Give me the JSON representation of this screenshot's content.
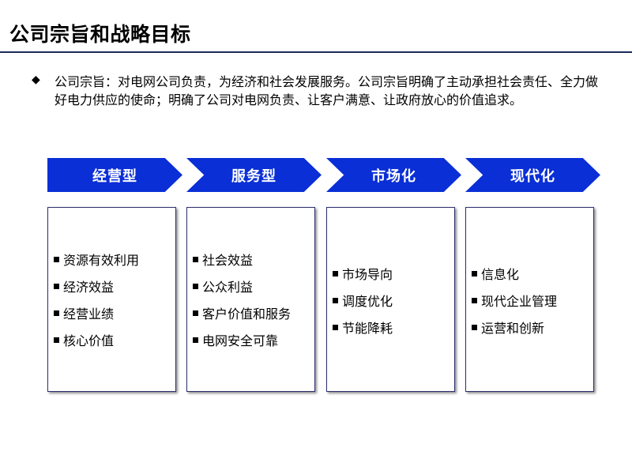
{
  "title": "公司宗旨和战略目标",
  "intro": {
    "bullet": "◆",
    "text": "公司宗旨：对电网公司负责，为经济和社会发展服务。公司宗旨明确了主动承担社会责任、全力做好电力供应的使命；明确了公司对电网负责、让客户满意、让政府放心的价值追求。"
  },
  "columns": [
    {
      "header": "经营型",
      "items": [
        "资源有效利用",
        "经济效益",
        "经营业绩",
        "核心价值"
      ]
    },
    {
      "header": "服务型",
      "items": [
        "社会效益",
        "公众利益",
        "客户价值和服务",
        "电网安全可靠"
      ]
    },
    {
      "header": "市场化",
      "items": [
        "市场导向",
        "调度优化",
        "节能降耗"
      ]
    },
    {
      "header": "现代化",
      "items": [
        "信息化",
        "现代企业管理",
        "运营和创新"
      ]
    }
  ],
  "colors": {
    "chevron": "#0a2fd6",
    "title_rule": "#1a2a5a",
    "box_border": "#2b2f6b"
  }
}
